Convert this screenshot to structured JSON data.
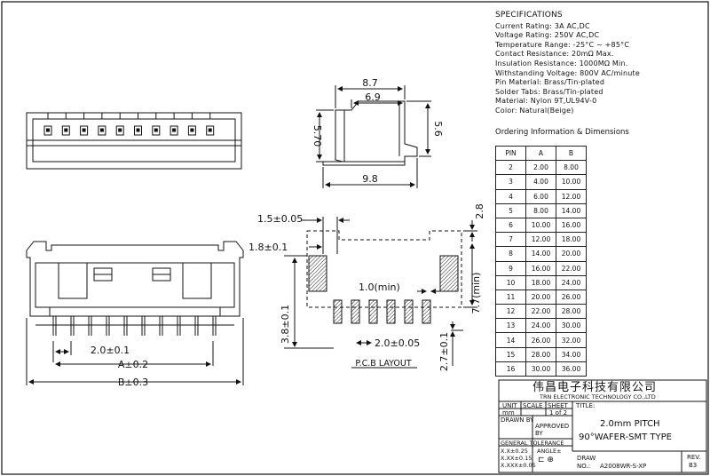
{
  "specifications": {
    "title": "SPECIFICATIONS",
    "lines": [
      "Current Rating: 3A AC,DC",
      "Voltage Rating: 250V AC,DC",
      "Temperature Range: -25°C ~ +85°C",
      "Contact Resistance: 20mΩ Max.",
      "Insulation Resistance: 1000MΩ Min.",
      "Withstanding Voltage: 800V AC/minute",
      "Pin Material: Brass/Tin-plated",
      "Solder Tabs: Brass/Tin-plated",
      "Material: Nylon 9T,UL94V-0",
      "Color: Natural(Beige)"
    ]
  },
  "ordering": {
    "title": "Ordering Information & Dimensions",
    "headers": [
      "PIN",
      "A",
      "B"
    ],
    "rows": [
      [
        "2",
        "2.00",
        "8.00"
      ],
      [
        "3",
        "4.00",
        "10.00"
      ],
      [
        "4",
        "6.00",
        "12.00"
      ],
      [
        "5",
        "8.00",
        "14.00"
      ],
      [
        "6",
        "10.00",
        "16.00"
      ],
      [
        "7",
        "12.00",
        "18.00"
      ],
      [
        "8",
        "14.00",
        "20.00"
      ],
      [
        "9",
        "16.00",
        "22.00"
      ],
      [
        "10",
        "18.00",
        "24.00"
      ],
      [
        "11",
        "20.00",
        "26.00"
      ],
      [
        "12",
        "22.00",
        "28.00"
      ],
      [
        "13",
        "24.00",
        "30.00"
      ],
      [
        "14",
        "26.00",
        "32.00"
      ],
      [
        "15",
        "28.00",
        "34.00"
      ],
      [
        "16",
        "30.00",
        "36.00"
      ]
    ]
  },
  "dimensions": {
    "side_top_width": "8.7",
    "side_inner_width": "6.9",
    "side_height_left": "5.70",
    "side_height_right": "5.6",
    "side_base_width": "9.8",
    "front_pitch": "2.0±0.1",
    "front_a": "A±0.2",
    "front_b": "B±0.3",
    "pcb_tab_width": "1.5±0.05",
    "pcb_tab_gap": "1.8±0.1",
    "pcb_pin_gap": "1.0(min)",
    "pcb_pin_pitch": "2.0±0.05",
    "pcb_pad_height": "3.8±0.1",
    "pcb_top_offset": "2.8",
    "pcb_height": "7.7(min)",
    "pcb_bottom_offset": "2.7±0.1",
    "pcb_label": "P.C.B LAYOUT"
  },
  "title_block": {
    "company_cn": "伟昌电子科技有限公司",
    "company_en": "TRN ELECTRONIC TECHNOLOGY CO.,LTD",
    "unit_label": "UNIT",
    "unit_value": "mm",
    "scale_label": "SCALE",
    "sheet_label": "SHEET",
    "sheet_value": "1 of 2",
    "title_label": "TITLE:",
    "drawn_by": "DRAWN BY",
    "approved_by": "APPROVED BY",
    "title_line1": "2.0mm PITCH",
    "title_line2": "90°WAFER-SMT TYPE",
    "general_tolerance": "GENERAL TOLERANCE",
    "tol1": "X.X±0.25",
    "tol2": "X.XX±0.15",
    "tol3": "X.XXX±0.05",
    "angle": "ANGLE±",
    "draw_label": "DRAW",
    "no_label": "NO.:",
    "draw_no": "A2008WR-S-XP",
    "rev_label": "REV.",
    "rev_value": "B3"
  }
}
